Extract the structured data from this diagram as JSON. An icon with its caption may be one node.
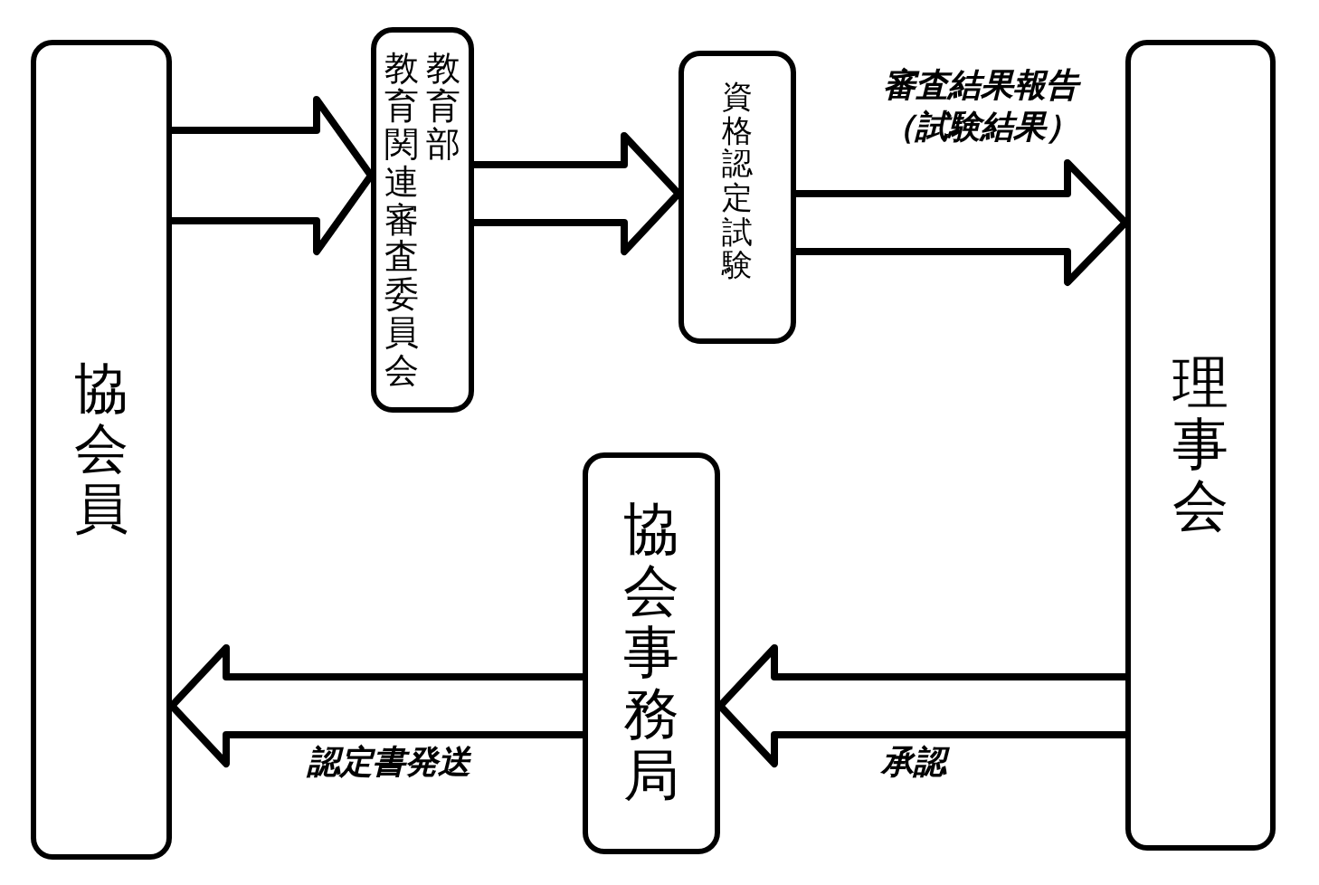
{
  "diagram": {
    "nodes": [
      {
        "text": [
          "協会員"
        ]
      },
      {
        "text": [
          "教育関連審査委員会",
          "教育部"
        ]
      },
      {
        "text": [
          "資格認定試験"
        ]
      },
      {
        "text": [
          "理事会"
        ]
      },
      {
        "text": [
          "協会事務局"
        ]
      }
    ],
    "edges": [
      {
        "from": 0,
        "to": 1,
        "arrow": "to"
      },
      {
        "from": 1,
        "to": 2,
        "arrow": "to"
      },
      {
        "from": 2,
        "to": 3,
        "arrow": "to",
        "label": "審査結果報告（試験結果）"
      },
      {
        "from": 3,
        "to": 4,
        "arrow": "to",
        "label": "承認"
      },
      {
        "from": 4,
        "to": 0,
        "arrow": "to",
        "label": "認定書発送"
      }
    ]
  }
}
